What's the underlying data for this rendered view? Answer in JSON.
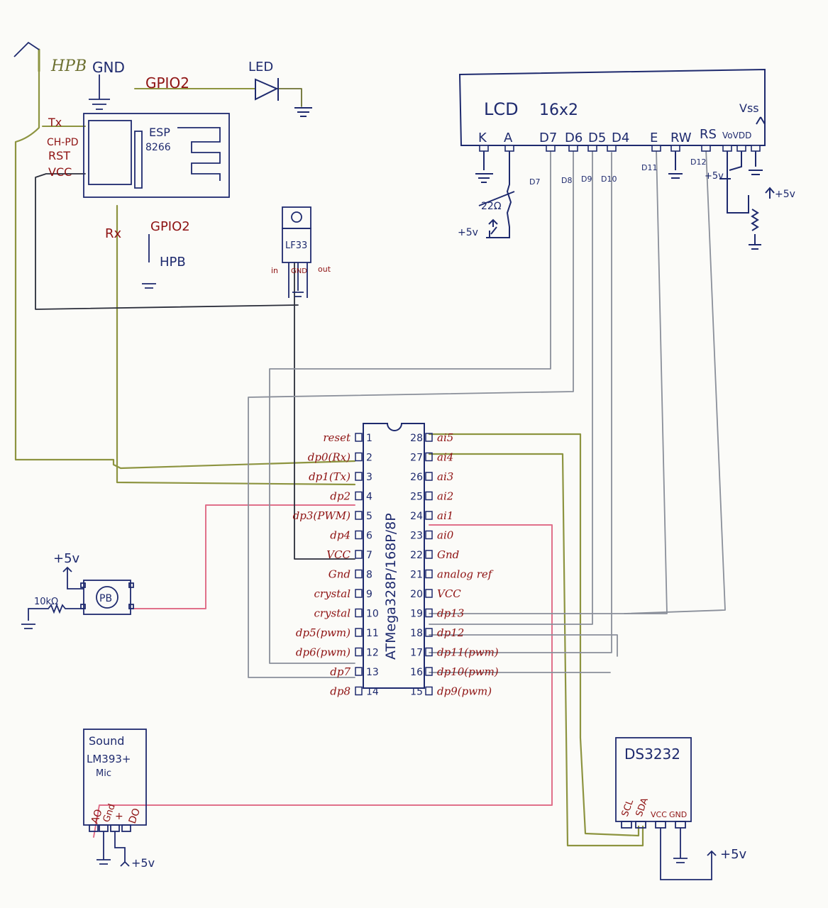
{
  "esp": {
    "hpb_top": "HPB",
    "gnd": "GND",
    "gpio2_top": "GPIO2",
    "name1": "ESP",
    "name2": "8266",
    "pins_left": [
      "Tx",
      "CH-PD",
      "RST",
      "VCC"
    ],
    "rx": "Rx",
    "gpio2_bottom": "GPIO2",
    "hpb_bottom": "HPB"
  },
  "led": {
    "label": "LED"
  },
  "regulator": {
    "name": "LF33",
    "pin_in": "in",
    "pin_gnd": "GND",
    "pin_out": "out"
  },
  "lcd": {
    "title": "LCD",
    "size": "16x2",
    "vss": "Vss",
    "pins": [
      "K",
      "A",
      "D7",
      "D6",
      "D5",
      "D4",
      "E",
      "RW",
      "RS",
      "VoVDD"
    ],
    "resistor": "22Ω",
    "nets": [
      "D7",
      "D8",
      "D9",
      "D10",
      "D11",
      "D12"
    ],
    "plus5_a": "+5v",
    "plus5_b": "+5v",
    "plus5_c": "+5v"
  },
  "mcu": {
    "name": "ATMega328P/168P/8P",
    "left_pins": [
      {
        "num": "1",
        "label": "reset"
      },
      {
        "num": "2",
        "label": "dp0(Rx)"
      },
      {
        "num": "3",
        "label": "dp1(Tx)"
      },
      {
        "num": "4",
        "label": "dp2"
      },
      {
        "num": "5",
        "label": "dp3(PWM)"
      },
      {
        "num": "6",
        "label": "dp4"
      },
      {
        "num": "7",
        "label": "VCC"
      },
      {
        "num": "8",
        "label": "Gnd"
      },
      {
        "num": "9",
        "label": "crystal"
      },
      {
        "num": "10",
        "label": "crystal"
      },
      {
        "num": "11",
        "label": "dp5(pwm)"
      },
      {
        "num": "12",
        "label": "dp6(pwm)"
      },
      {
        "num": "13",
        "label": "dp7"
      },
      {
        "num": "14",
        "label": "dp8"
      }
    ],
    "right_pins": [
      {
        "num": "28",
        "label": "ai5"
      },
      {
        "num": "27",
        "label": "ai4"
      },
      {
        "num": "26",
        "label": "ai3"
      },
      {
        "num": "25",
        "label": "ai2"
      },
      {
        "num": "24",
        "label": "ai1"
      },
      {
        "num": "23",
        "label": "ai0"
      },
      {
        "num": "22",
        "label": "Gnd"
      },
      {
        "num": "21",
        "label": "analog ref"
      },
      {
        "num": "20",
        "label": "VCC"
      },
      {
        "num": "19",
        "label": "dp13"
      },
      {
        "num": "18",
        "label": "dp12"
      },
      {
        "num": "17",
        "label": "dp11(pwm)"
      },
      {
        "num": "16",
        "label": "dp10(pwm)"
      },
      {
        "num": "15",
        "label": "dp9(pwm)"
      }
    ]
  },
  "button": {
    "label": "PB",
    "plus5": "+5v",
    "resistor": "10kΩ"
  },
  "sound": {
    "line1": "Sound",
    "line2": "LM393+",
    "line3": "Mic",
    "pins": [
      "AO",
      "Gnd",
      "+",
      "DO"
    ],
    "plus5": "+5v"
  },
  "rtc": {
    "name": "DS3232",
    "pins": [
      "SCL",
      "SDA",
      "VCC",
      "GND"
    ],
    "plus5": "+5v"
  },
  "colors": {
    "ink": "#1e2a6e",
    "label_red": "#8e1212",
    "wire_olive": "#8d9440",
    "wire_gray": "#8a8f9a",
    "wire_pink": "#e0708a",
    "wire_dark": "#2a2d3a"
  }
}
